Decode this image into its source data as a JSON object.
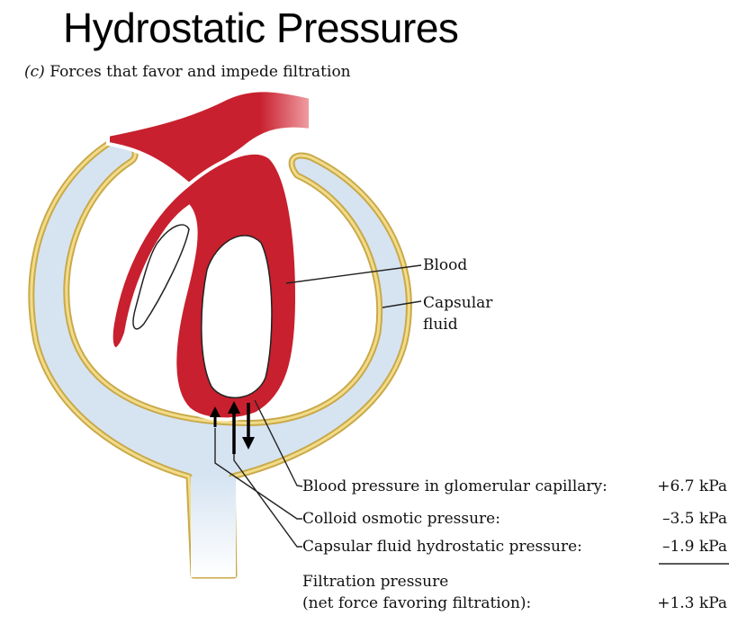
{
  "slide_title": "Hydrostatic Pressures",
  "figure": {
    "panel_letter": "(c)",
    "caption": "Forces that favor and impede filtration",
    "labels": {
      "blood": "Blood",
      "capsular_fluid_line1": "Capsular",
      "capsular_fluid_line2": "fluid"
    },
    "pressures": [
      {
        "label": "Blood pressure in glomerular capillary:",
        "value": "+6.7 kPa"
      },
      {
        "label": "Colloid osmotic pressure:",
        "value": "–3.5 kPa"
      },
      {
        "label": "Capsular fluid hydrostatic pressure:",
        "value": "–1.9 kPa"
      }
    ],
    "result": {
      "label_line1": "Filtration pressure",
      "label_line2": "(net force favoring filtration):",
      "value": "+1.3 kPa"
    },
    "colors": {
      "blood": "#c8202e",
      "capsular_fluid": "#d6e4f2",
      "capsule_wall": "#e8c96a"
    }
  }
}
